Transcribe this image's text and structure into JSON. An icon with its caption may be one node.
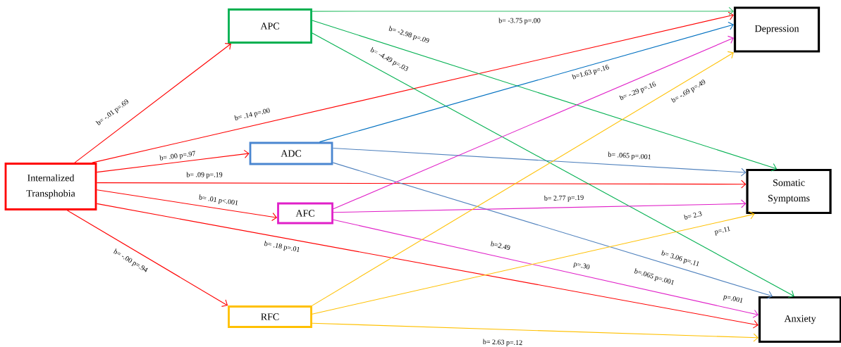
{
  "diagram": {
    "nodes": [
      {
        "text": [
          "Internalized Transphobia"
        ]
      },
      {
        "text": [
          "APC"
        ]
      },
      {
        "text": [
          "ADC"
        ]
      },
      {
        "text": [
          "AFC"
        ]
      },
      {
        "text": [
          "RFC"
        ]
      },
      {
        "text": [
          "Depression"
        ]
      },
      {
        "text": [
          "Somatic Symptoms"
        ]
      },
      {
        "text": [
          "Anxiety"
        ]
      }
    ],
    "edges": [
      {
        "from": 0,
        "to": 1,
        "arrow": "to",
        "label": "b= -.01  p=.69",
        "color": "#ff0000"
      },
      {
        "from": 0,
        "to": 5,
        "arrow": "to",
        "label": "b= .14 p=.00",
        "color": "#ff0000"
      },
      {
        "from": 0,
        "to": 2,
        "arrow": "to",
        "label": "b= .00 p=.97",
        "color": "#ff0000"
      },
      {
        "from": 0,
        "to": 6,
        "arrow": "to",
        "label": "b= .09    p=.19",
        "color": "#ff0000"
      },
      {
        "from": 0,
        "to": 3,
        "arrow": "to",
        "label": "b= .01   p<.001",
        "color": "#ff0000"
      },
      {
        "from": 0,
        "to": 7,
        "arrow": "to",
        "label": "b= .18 p=.01",
        "color": "#ff0000"
      },
      {
        "from": 0,
        "to": 4,
        "arrow": "to",
        "label": "b= -.00   p=.94",
        "color": "#ff0000"
      },
      {
        "from": 1,
        "to": 5,
        "arrow": "to",
        "label": "b= -3.75 p=.00",
        "color": "#33c06a"
      },
      {
        "from": 1,
        "to": 6,
        "arrow": "to",
        "label": "b= -2.98 p=.09",
        "color": "#00b050"
      },
      {
        "from": 1,
        "to": 7,
        "arrow": "to",
        "label": "b= -4.49 p=.03",
        "color": "#00b050"
      },
      {
        "from": 2,
        "to": 5,
        "arrow": "to",
        "label": "b=1.63 p=.16",
        "color": "#0070c0"
      },
      {
        "from": 2,
        "to": 6,
        "arrow": "to",
        "label": "b= .065 p=.001",
        "color": "#4f81bd"
      },
      {
        "from": 2,
        "to": 7,
        "arrow": "to",
        "label": "b= 3.06 p=.11",
        "color": "#4f81bd"
      },
      {
        "from": 3,
        "to": 5,
        "arrow": "to",
        "label": "b= -.29 p=.16",
        "color": "#e020c8"
      },
      {
        "from": 3,
        "to": 6,
        "arrow": "to",
        "label": "b= 2.77 p=.19",
        "color": "#e020c8"
      },
      {
        "from": 3,
        "to": 7,
        "arrow": "to",
        "label": "b=2.49",
        "color": "#e020c8"
      },
      {
        "from": 4,
        "to": 5,
        "arrow": "to",
        "label": "b= -.69 p=.49",
        "color": "#ffc000"
      },
      {
        "from": 4,
        "to": 6,
        "arrow": "to",
        "label": "b= 2.3",
        "color": "#ffc000"
      },
      {
        "from": 4,
        "to": 7,
        "arrow": "to",
        "label": "b= 2.63 p=.12",
        "color": "#ffc000"
      }
    ],
    "labels": [
      "p=.11",
      "p=.30",
      "b=.065 p=.001",
      "p=.001"
    ]
  }
}
